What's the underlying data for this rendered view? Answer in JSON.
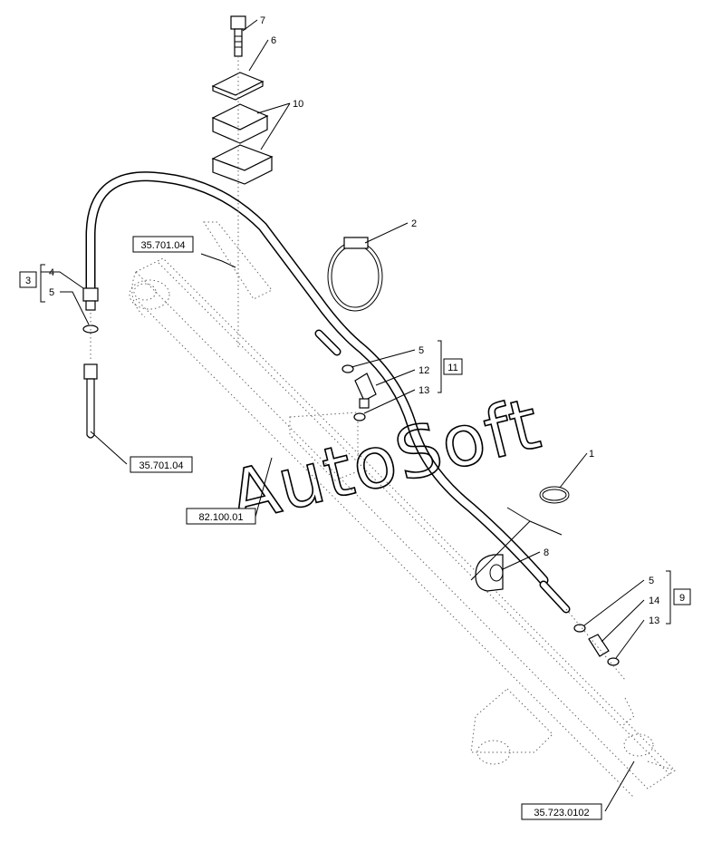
{
  "callouts": {
    "c1": "1",
    "c2": "2",
    "c4": "4",
    "c5a": "5",
    "c6": "6",
    "c7": "7",
    "c8": "8",
    "c10": "10",
    "c5b": "5",
    "c12": "12",
    "c13a": "13",
    "c5c": "5",
    "c14": "14",
    "c13b": "13"
  },
  "groups": {
    "g3": "3",
    "g11": "11",
    "g9": "9"
  },
  "references": {
    "r_top": "35.701.04",
    "r_left": "35.701.04",
    "r_mid": "82.100.01",
    "r_bottom": "35.723.0102"
  },
  "watermark": "AutoSoft"
}
